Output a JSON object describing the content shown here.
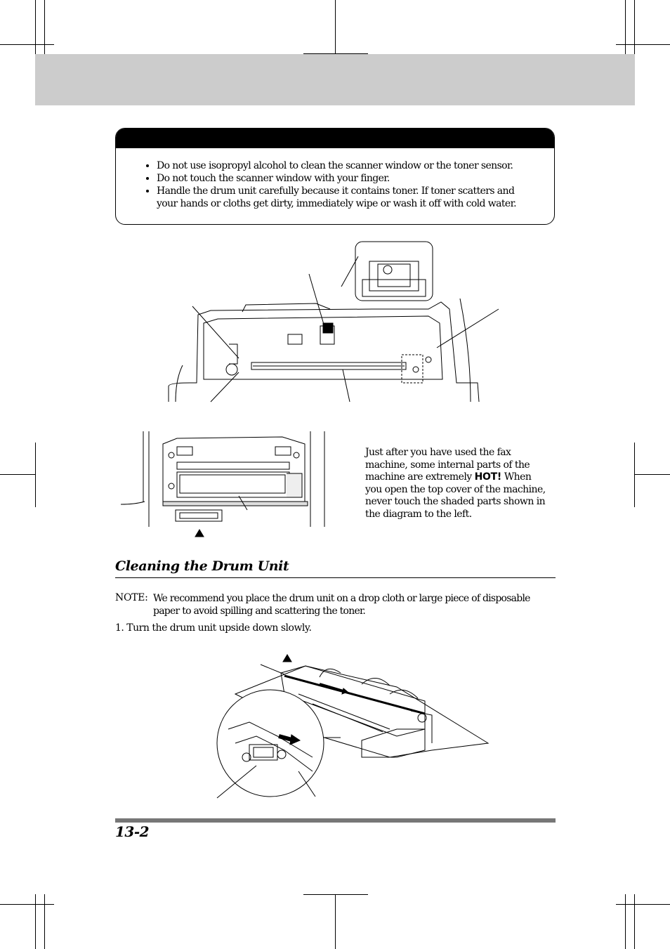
{
  "caution": {
    "items": [
      "Do not use isopropyl alcohol to clean the scanner window or the toner sensor.",
      "Do not touch the scanner window with your finger.",
      "Handle the drum unit carefully because it contains toner. If toner scatters and your hands or cloths get dirty, immediately wipe or wash it off with cold water."
    ]
  },
  "hot_note": {
    "before": "Just after you have used the fax machine, some internal parts of the machine are extremely ",
    "emphasis": "HOT!",
    "after": " When you open the top cover of the machine, never touch the shaded parts shown in the diagram to the left."
  },
  "section": {
    "title": "Cleaning the Drum Unit"
  },
  "note": {
    "label": "NOTE:",
    "text": "We recommend you place the drum unit on a drop cloth or large piece of disposable paper to avoid spilling and scattering the toner."
  },
  "steps": [
    "1.  Turn the drum unit upside down slowly."
  ],
  "footer": {
    "page_number": "13-2"
  }
}
